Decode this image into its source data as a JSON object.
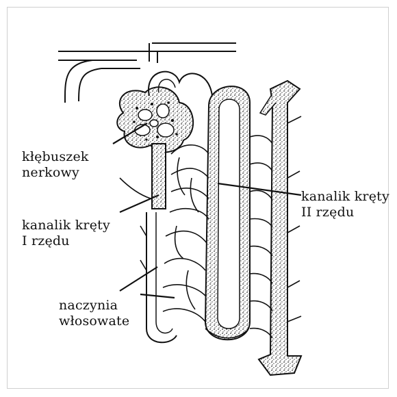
{
  "labels": {
    "glomerulus": [
      "kłębuszek",
      "nerkowy"
    ],
    "tubule_1": [
      "kanalik kręty",
      "I rzędu"
    ],
    "tubule_2": [
      "kanalik kręty",
      "II rzędu"
    ],
    "capillaries": [
      "naczynia",
      "włosowate"
    ]
  },
  "colors": {
    "ink": "#111111",
    "stipple": "#9a9a9a",
    "frame": "#cfcfcf"
  }
}
